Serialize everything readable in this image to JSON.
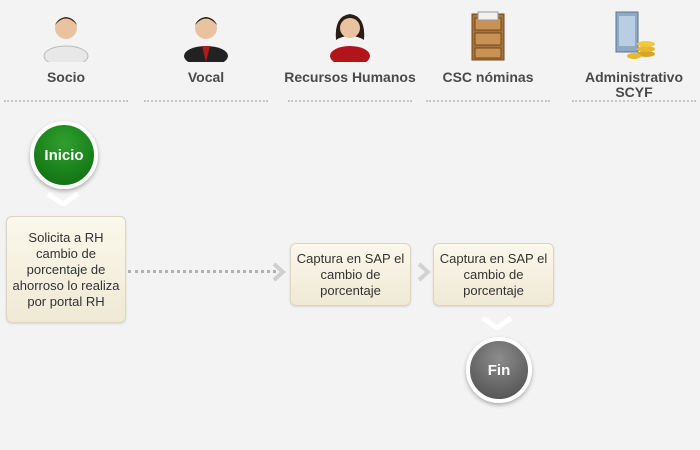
{
  "actors": [
    {
      "label": "Socio",
      "icon": "person-white-shirt-icon"
    },
    {
      "label": "Vocal",
      "icon": "person-suit-icon"
    },
    {
      "label": "Recursos Humanos",
      "icon": "person-woman-icon"
    },
    {
      "label": "CSC nóminas",
      "icon": "file-cabinet-icon"
    },
    {
      "label": "Administrativo SCYF",
      "icon": "building-coins-icon"
    }
  ],
  "start": {
    "label": "Inicio"
  },
  "end": {
    "label": "Fin"
  },
  "steps": [
    {
      "text": "Solicita a RH cambio de porcentaje de ahorroso lo realiza por portal RH"
    },
    {
      "text": "Captura en SAP el cambio de porcentaje"
    },
    {
      "text": "Captura en SAP el cambio de porcentaje"
    }
  ],
  "colors": {
    "start": "#1a8a1a",
    "end": "#5a5a5a",
    "box": "#f6f2e2"
  }
}
